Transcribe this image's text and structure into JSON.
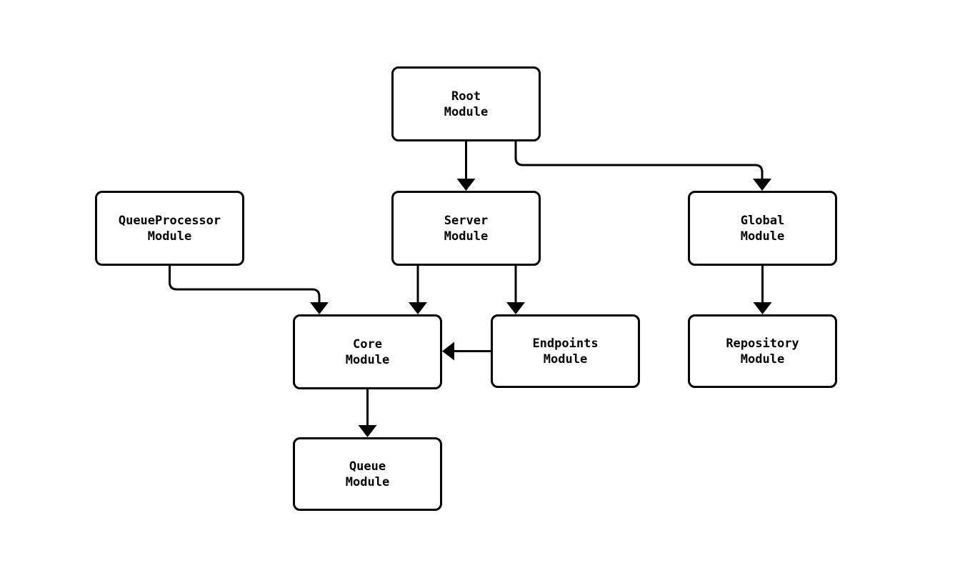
{
  "diagram": {
    "type": "module-dependency-graph",
    "background_color": "#ffffff",
    "stroke_color": "#000000",
    "node_fill_color": "#ffffff",
    "nodes": [
      {
        "id": "root",
        "line1": "Root",
        "line2": "Module"
      },
      {
        "id": "queueprocessor",
        "line1": "QueueProcessor",
        "line2": "Module"
      },
      {
        "id": "server",
        "line1": "Server",
        "line2": "Module"
      },
      {
        "id": "global",
        "line1": "Global",
        "line2": "Module"
      },
      {
        "id": "core",
        "line1": "Core",
        "line2": "Module"
      },
      {
        "id": "endpoints",
        "line1": "Endpoints",
        "line2": "Module"
      },
      {
        "id": "repository",
        "line1": "Repository",
        "line2": "Module"
      },
      {
        "id": "queue",
        "line1": "Queue",
        "line2": "Module"
      }
    ],
    "edges": [
      {
        "from": "Root Module",
        "to": "Server Module"
      },
      {
        "from": "Root Module",
        "to": "Global Module"
      },
      {
        "from": "QueueProcessor Module",
        "to": "Core Module"
      },
      {
        "from": "Server Module",
        "to": "Core Module"
      },
      {
        "from": "Server Module",
        "to": "Endpoints Module"
      },
      {
        "from": "Endpoints Module",
        "to": "Core Module"
      },
      {
        "from": "Global Module",
        "to": "Repository Module"
      },
      {
        "from": "Core Module",
        "to": "Queue Module"
      }
    ]
  }
}
